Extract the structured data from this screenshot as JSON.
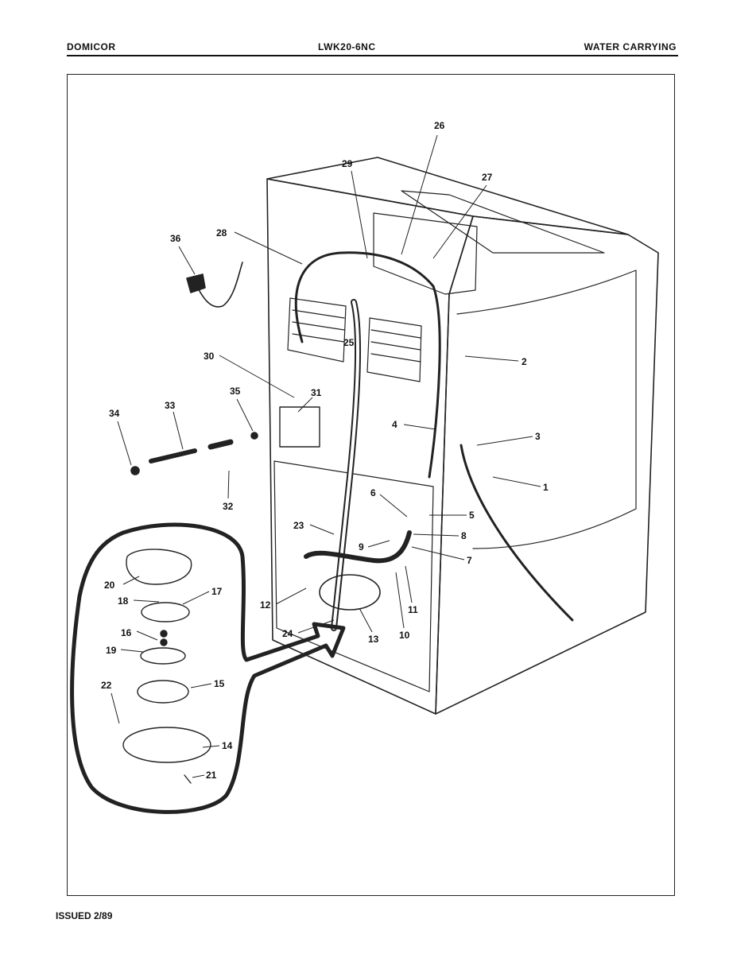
{
  "header": {
    "brand": "DOMICOR",
    "model": "LWK20-6NC",
    "section": "WATER CARRYING"
  },
  "footer": {
    "issued": "ISSUED 2/89"
  },
  "diagram": {
    "callouts": [
      "1",
      "2",
      "3",
      "4",
      "5",
      "6",
      "7",
      "8",
      "9",
      "10",
      "11",
      "12",
      "13",
      "14",
      "15",
      "16",
      "17",
      "18",
      "19",
      "20",
      "21",
      "22",
      "23",
      "24",
      "25",
      "26",
      "27",
      "28",
      "29",
      "30",
      "31",
      "32",
      "33",
      "34",
      "35",
      "36"
    ]
  }
}
